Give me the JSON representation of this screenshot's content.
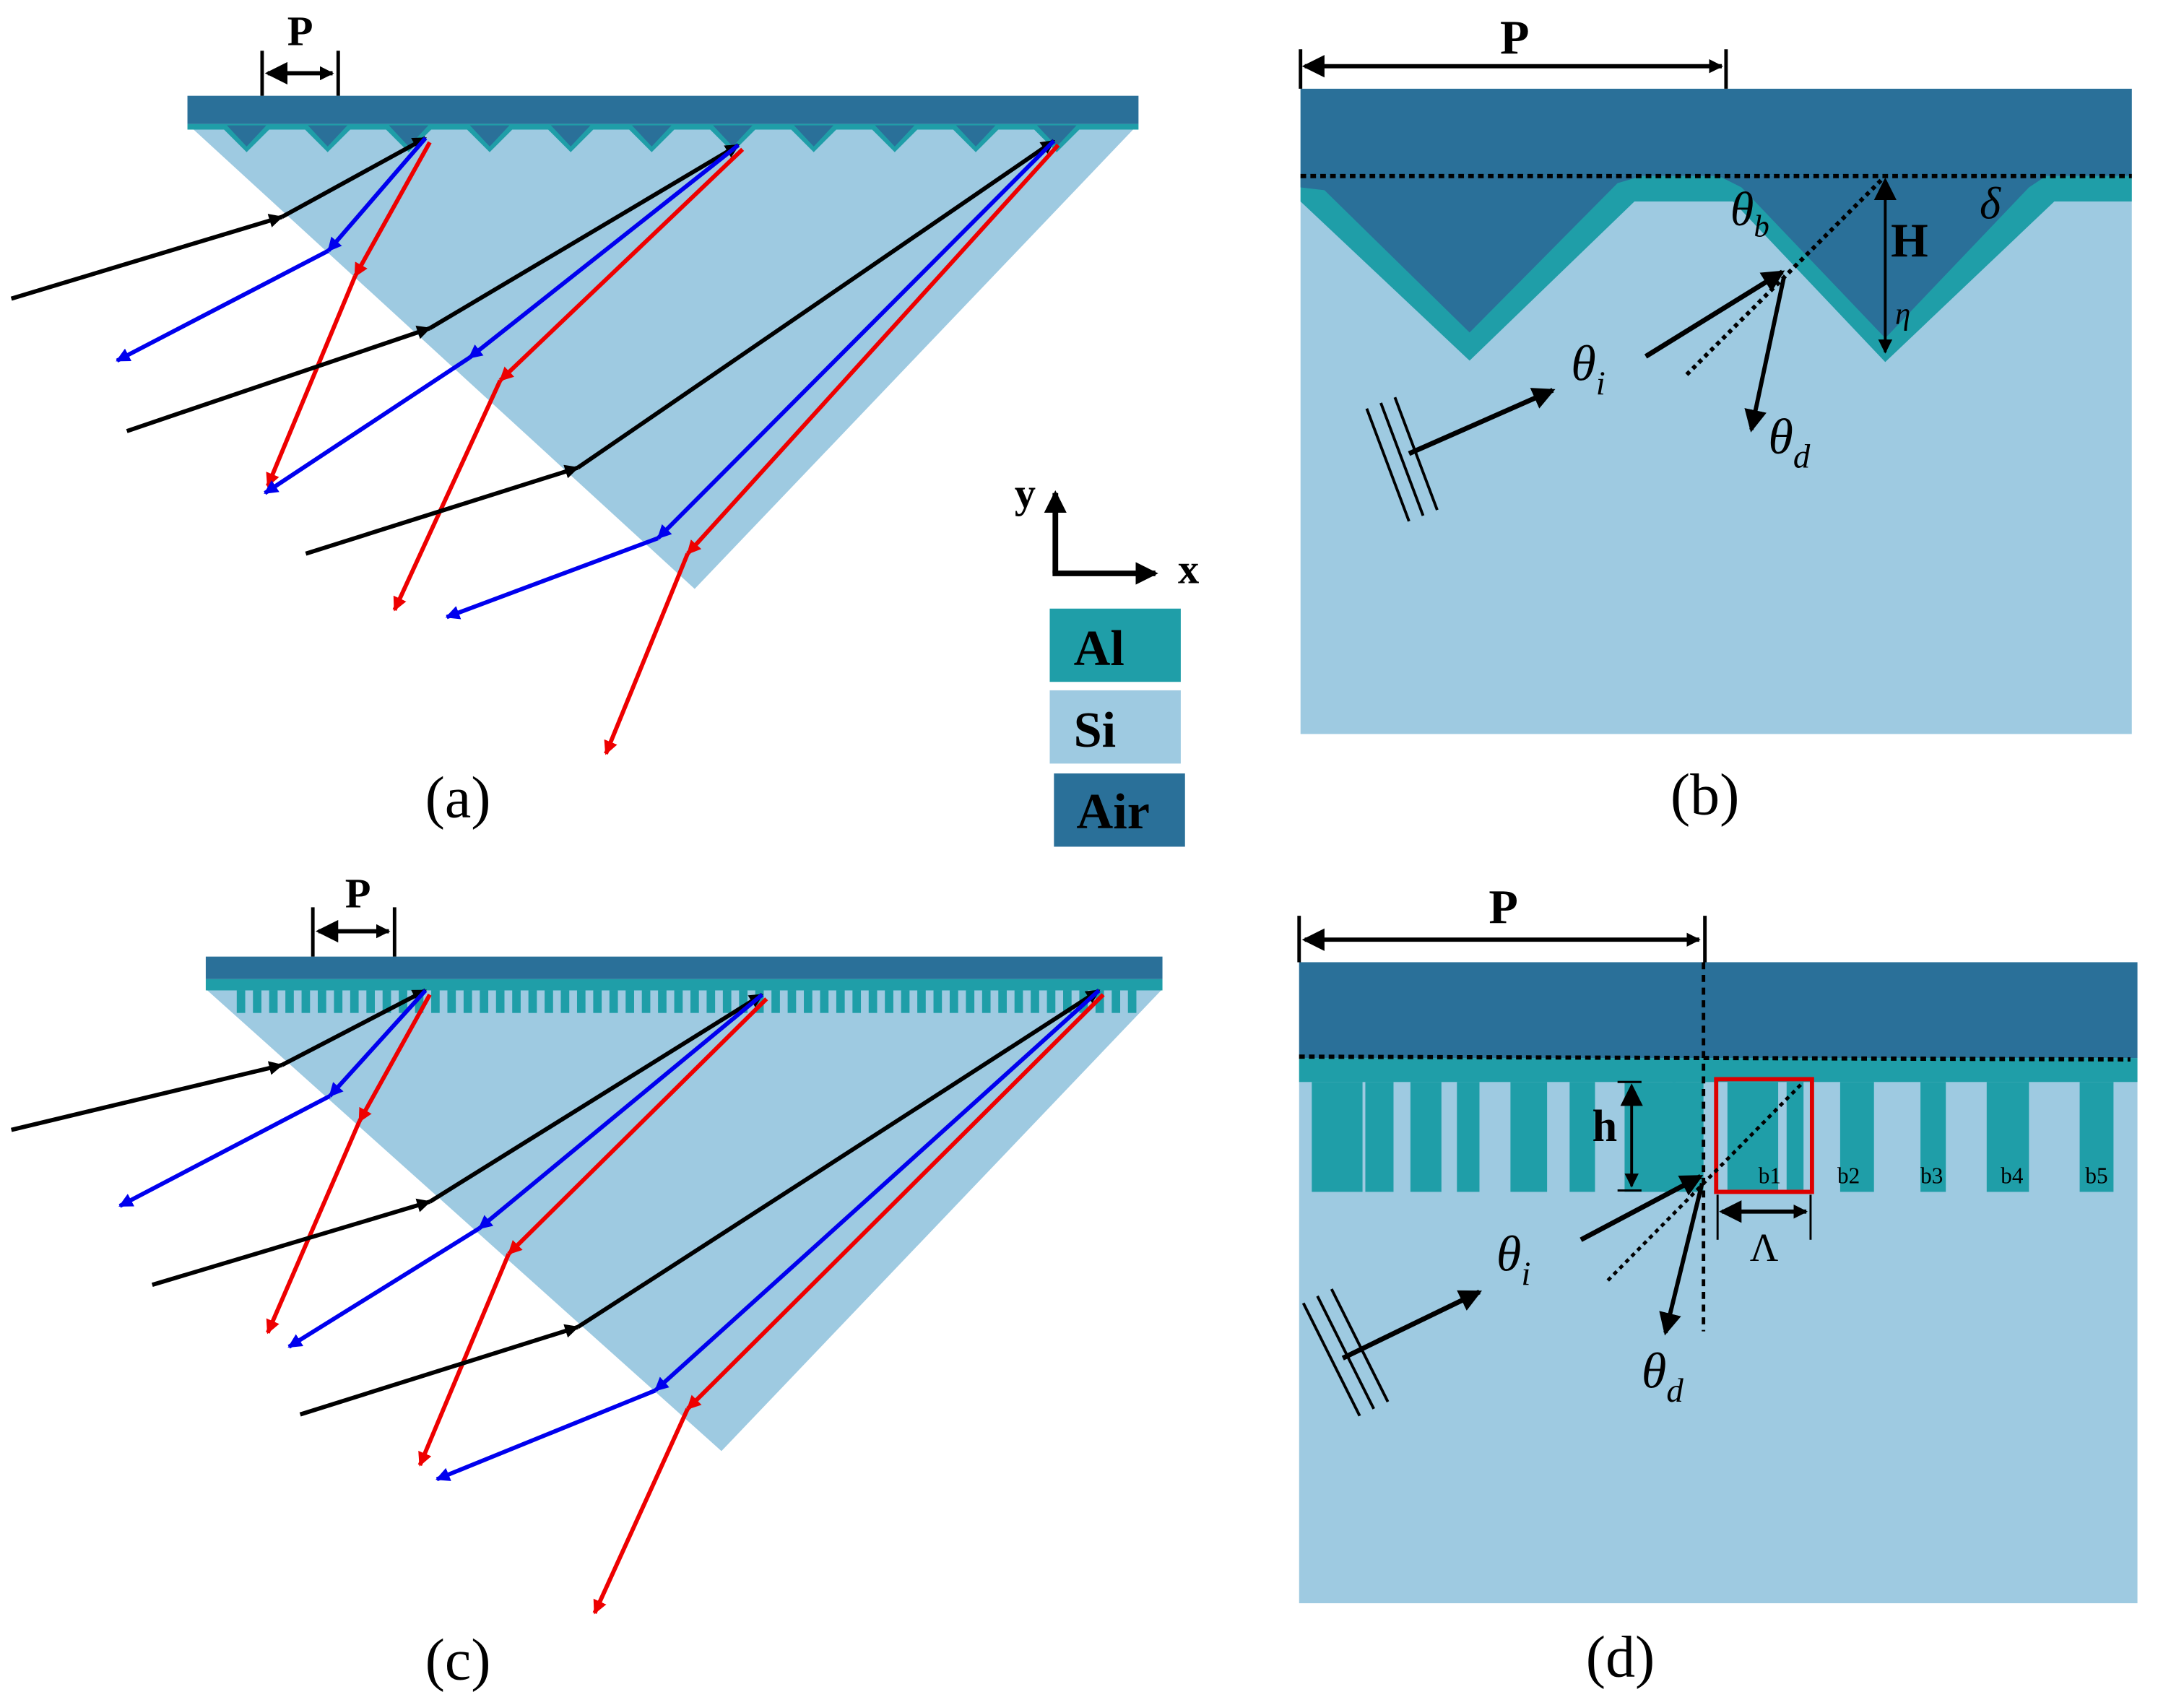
{
  "colors": {
    "al": "#1f9ea8",
    "si": "#9ecae1",
    "air": "#2a7099",
    "incident": "#000000",
    "blue_ray": "#0000ee",
    "red_ray": "#ee0000",
    "box": "#dd0000"
  },
  "panels": {
    "a": {
      "caption": "(a)",
      "period_label": "P"
    },
    "b": {
      "caption": "(b)",
      "period_label": "P",
      "theta_b": "θ",
      "theta_b_sub": "b",
      "H": "H",
      "delta": "δ",
      "eta": "η",
      "theta_i": "θ",
      "theta_i_sub": "i",
      "theta_d": "θ",
      "theta_d_sub": "d"
    },
    "c": {
      "caption": "(c)",
      "period_label": "P"
    },
    "d": {
      "caption": "(d)",
      "period_label": "P",
      "h": "h",
      "lambda": "Λ",
      "theta_i": "θ",
      "theta_i_sub": "i",
      "theta_d": "θ",
      "theta_d_sub": "d",
      "blocks": [
        "b1",
        "b2",
        "b3",
        "b4",
        "b5"
      ]
    }
  },
  "axes": {
    "x": "x",
    "y": "y"
  },
  "legend": [
    {
      "label": "Al",
      "material": "al"
    },
    {
      "label": "Si",
      "material": "si"
    },
    {
      "label": "Air",
      "material": "air"
    }
  ]
}
